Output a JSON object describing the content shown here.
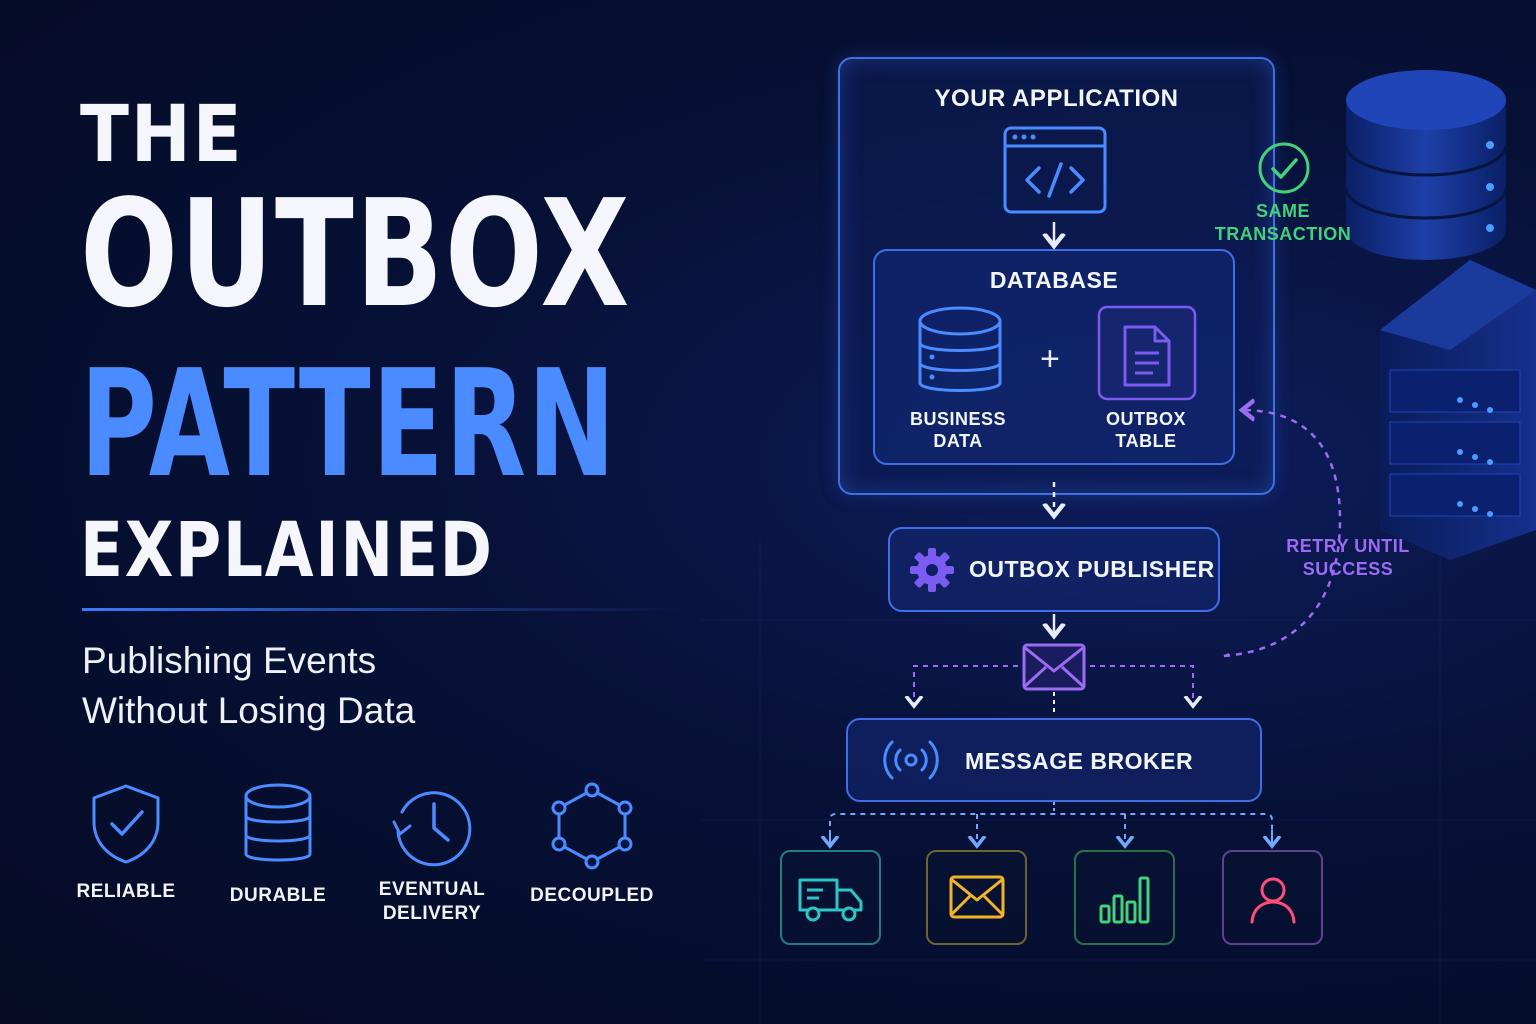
{
  "title": {
    "line1": "THE",
    "line2": "OUTBOX",
    "line3": "PATTERN",
    "line4": "EXPLAINED"
  },
  "subtitle": {
    "line1": "Publishing Events",
    "line2": "Without Losing Data"
  },
  "features": [
    {
      "label": "RELIABLE",
      "icon": "shield-check-icon"
    },
    {
      "label": "DURABLE",
      "icon": "database-icon"
    },
    {
      "label": "EVENTUAL DELIVERY",
      "icon": "clock-icon"
    },
    {
      "label": "DECOUPLED",
      "icon": "network-icon"
    }
  ],
  "diagram": {
    "application_label": "YOUR APPLICATION",
    "database_label": "DATABASE",
    "business_data_label": "BUSINESS DATA",
    "outbox_table_label": "OUTBOX TABLE",
    "plus": "+",
    "same_transaction_label": "SAME TRANSACTION",
    "publisher_label": "OUTBOX PUBLISHER",
    "retry_label": "RETRY UNTIL SUCCESS",
    "broker_label": "MESSAGE BROKER",
    "consumers": [
      {
        "icon": "truck-icon"
      },
      {
        "icon": "mail-icon"
      },
      {
        "icon": "bar-chart-icon"
      },
      {
        "icon": "user-icon"
      }
    ]
  },
  "colors": {
    "background": "#050b24",
    "accent_blue": "#4a8cff",
    "box_border": "#3f6fe6",
    "transaction_green": "#43d17a",
    "retry_purple": "#9b6cf2"
  }
}
